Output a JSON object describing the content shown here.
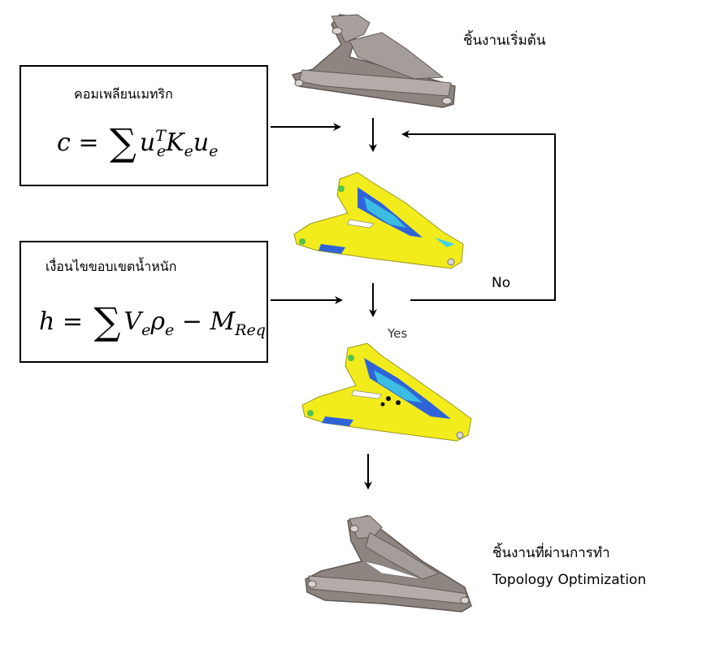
{
  "compliance": {
    "title": "คอมเพลียนเมทริก",
    "formula_lhs": "c",
    "formula_eq": "=",
    "formula_sum": "∑",
    "term_u": "u",
    "term_u_sub": "e",
    "term_u_sup": "T",
    "term_K": "K",
    "term_K_sub": "e",
    "term_u2": "u",
    "term_u2_sub": "e"
  },
  "constraint": {
    "title": "เงื่อนไขขอบเขตน้ำหนัก",
    "formula_lhs": "h",
    "formula_eq": "=",
    "formula_sum": "∑",
    "term_V": "V",
    "term_V_sub": "e",
    "term_rho": "ρ",
    "term_rho_sub": "e",
    "term_minus": "−",
    "term_M": "M",
    "term_M_sub": "Req"
  },
  "labels": {
    "initial_part": "ชิ้นงานเริ่มต้น",
    "final_part_line1": "ชิ้นงานที่ผ่านการทำ",
    "final_part_line2": "Topology Optimization",
    "no": "No",
    "yes": "Yes"
  },
  "colors": {
    "part_gray": "#9a918d",
    "part_gray_dark": "#6f6864",
    "result_yellow": "#f2ec1c",
    "result_blue": "#2f64d8",
    "result_cyan": "#3fd3e6"
  },
  "icons": [
    "initial-bracket-image",
    "iteration-result-image",
    "converged-result-image",
    "optimized-bracket-image"
  ]
}
